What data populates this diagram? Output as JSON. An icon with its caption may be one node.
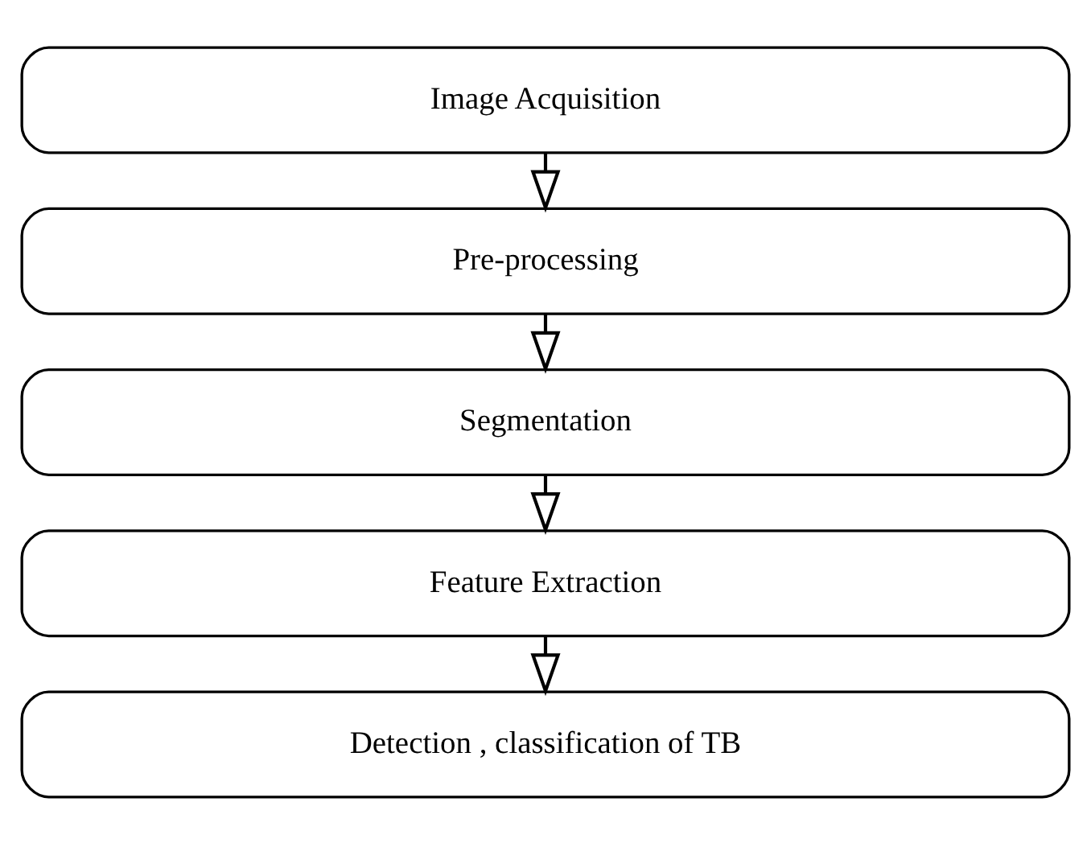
{
  "diagram": {
    "nodes": [
      {
        "text": [
          "Image Acquisition"
        ]
      },
      {
        "text": [
          "Pre-processing"
        ]
      },
      {
        "text": [
          "Segmentation"
        ]
      },
      {
        "text": [
          "Feature Extraction"
        ]
      },
      {
        "text": [
          "Detection , classification of TB"
        ]
      }
    ],
    "edges": [
      {
        "from": 0,
        "to": 1,
        "arrow": "to"
      },
      {
        "from": 1,
        "to": 2,
        "arrow": "to"
      },
      {
        "from": 2,
        "to": 3,
        "arrow": "to"
      },
      {
        "from": 3,
        "to": 4,
        "arrow": "to"
      }
    ]
  }
}
